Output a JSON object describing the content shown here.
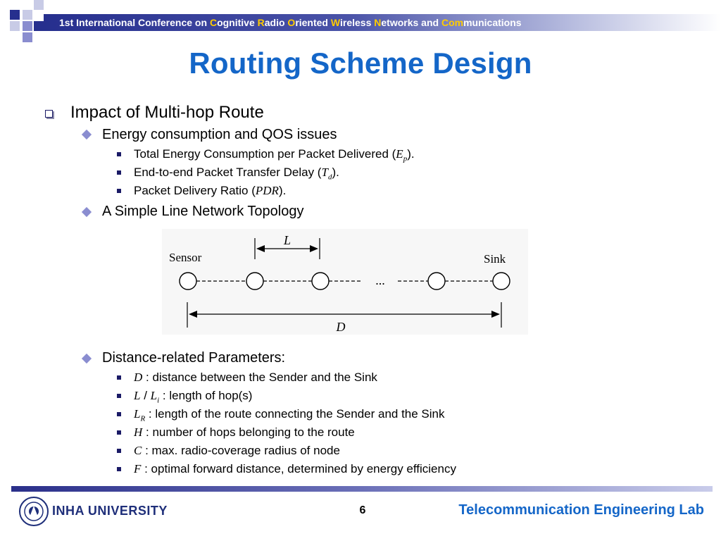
{
  "header": {
    "segments": [
      {
        "text": "1st International Conference on ",
        "highlight": false
      },
      {
        "text": "C",
        "highlight": true
      },
      {
        "text": "ognitive ",
        "highlight": false
      },
      {
        "text": "R",
        "highlight": true
      },
      {
        "text": "adio ",
        "highlight": false
      },
      {
        "text": "O",
        "highlight": true
      },
      {
        "text": "riented ",
        "highlight": false
      },
      {
        "text": "W",
        "highlight": true
      },
      {
        "text": "ireless ",
        "highlight": false
      },
      {
        "text": "N",
        "highlight": true
      },
      {
        "text": "etworks and ",
        "highlight": false
      },
      {
        "text": "Com",
        "highlight": true
      },
      {
        "text": "munications",
        "highlight": false
      }
    ]
  },
  "slide": {
    "title": "Routing Scheme Design",
    "impact": "Impact of Multi-hop Route",
    "energy": "Energy consumption and QOS issues",
    "ep": {
      "pre": "Total Energy Consumption per Packet Delivered (",
      "sym": "E",
      "sub": "p",
      "post": ")."
    },
    "td": {
      "pre": "End-to-end Packet Transfer Delay (",
      "sym": "T",
      "sub": "d",
      "post": ")."
    },
    "pdr": {
      "pre": "Packet Delivery Ratio (",
      "sym": "PDR",
      "post": ")."
    },
    "topology": "A Simple Line Network Topology",
    "distance": "Distance-related Parameters:",
    "params": {
      "d": {
        "sym": "D",
        "text": " : distance between the Sender and the Sink"
      },
      "l": {
        "sym": "L",
        "sep": " / ",
        "sym2": "L",
        "sub2": "i",
        "text": " : length of hop(s)"
      },
      "lr": {
        "sym": "L",
        "sub": "R",
        "text": " : length of the route connecting the Sender and the Sink"
      },
      "h": {
        "sym": "H",
        "text": " : number of hops belonging to the route"
      },
      "c": {
        "sym": "C",
        "text": " : max. radio-coverage radius of node"
      },
      "f": {
        "sym": "F",
        "text": " : optimal forward distance, determined by energy efficiency"
      }
    }
  },
  "diagram": {
    "sensor": "Sensor",
    "sink": "Sink",
    "hop": "L",
    "dist": "D",
    "dots": "..."
  },
  "footer": {
    "page": "6",
    "lab": "Telecommunication Engineering Lab",
    "university": "INHA UNIVERSITY"
  },
  "colors": {
    "title": "#1466c8",
    "header_bar": "#262f8e",
    "header_highlight": "#ffcc00",
    "bullet": "#8a8dd0"
  }
}
